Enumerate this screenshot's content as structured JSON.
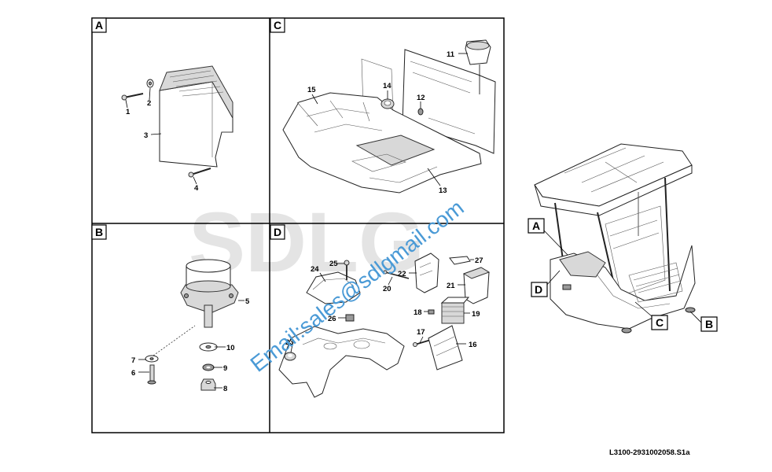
{
  "sections": [
    {
      "letter": "A",
      "parts": [
        {
          "num": "1"
        },
        {
          "num": "2"
        },
        {
          "num": "3"
        },
        {
          "num": "4"
        }
      ]
    },
    {
      "letter": "B",
      "parts": [
        {
          "num": "5"
        },
        {
          "num": "6"
        },
        {
          "num": "7"
        },
        {
          "num": "8"
        },
        {
          "num": "9"
        },
        {
          "num": "10"
        }
      ]
    },
    {
      "letter": "C",
      "parts": [
        {
          "num": "11"
        },
        {
          "num": "12"
        },
        {
          "num": "13"
        },
        {
          "num": "14"
        },
        {
          "num": "15"
        }
      ]
    },
    {
      "letter": "D",
      "parts": [
        {
          "num": "16"
        },
        {
          "num": "17"
        },
        {
          "num": "18"
        },
        {
          "num": "19"
        },
        {
          "num": "20"
        },
        {
          "num": "21"
        },
        {
          "num": "22"
        },
        {
          "num": "23"
        },
        {
          "num": "24"
        },
        {
          "num": "25"
        },
        {
          "num": "26"
        },
        {
          "num": "27"
        }
      ]
    }
  ],
  "overview_callouts": {
    "a": "A",
    "b": "B",
    "c": "C",
    "d": "D"
  },
  "watermark": "SDLG",
  "email": "Email:sales@sdlgmail.com",
  "drawing_code": "L3100-2931002058.S1a",
  "colors": {
    "frame": "#000000",
    "email": "#4a9ad6",
    "watermark": "#e4e4e4"
  }
}
